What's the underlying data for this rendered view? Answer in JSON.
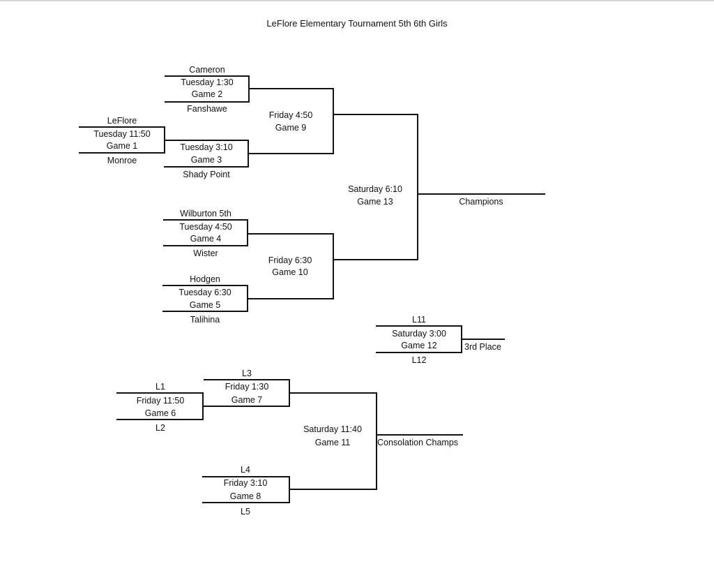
{
  "title": "LeFlore Elementary Tournament 5th 6th Girls",
  "game1": {
    "top": "LeFlore",
    "time": "Tuesday 11:50",
    "label": "Game 1",
    "bottom": "Monroe"
  },
  "game2": {
    "top": "Cameron",
    "time": "Tuesday 1:30",
    "label": "Game 2",
    "bottom": "Fanshawe"
  },
  "game3": {
    "time": "Tuesday 3:10",
    "label": "Game 3",
    "bottom": "Shady Point"
  },
  "game4": {
    "top": "Wilburton 5th",
    "time": "Tuesday 4:50",
    "label": "Game 4",
    "bottom": "Wister"
  },
  "game5": {
    "top": "Hodgen",
    "time": "Tuesday 6:30",
    "label": "Game 5",
    "bottom": "Talihina"
  },
  "game9": {
    "time": "Friday 4:50",
    "label": "Game 9"
  },
  "game10": {
    "time": "Friday 6:30",
    "label": "Game 10"
  },
  "game13": {
    "time": "Saturday 6:10",
    "label": "Game 13"
  },
  "champions": "Champions",
  "game12": {
    "top": "L11",
    "time": "Saturday 3:00",
    "label": "Game 12",
    "bottom": "L12",
    "result": "3rd Place"
  },
  "game6": {
    "top": "L1",
    "time": "Friday 11:50",
    "label": "Game 6",
    "bottom": "L2"
  },
  "game7": {
    "top": "L3",
    "time": "Friday 1:30",
    "label": "Game 7"
  },
  "game8": {
    "top": "L4",
    "time": "Friday 3:10",
    "label": "Game 8",
    "bottom": "L5"
  },
  "game11": {
    "time": "Saturday 11:40",
    "label": "Game 11"
  },
  "consolation": "Consolation Champs"
}
